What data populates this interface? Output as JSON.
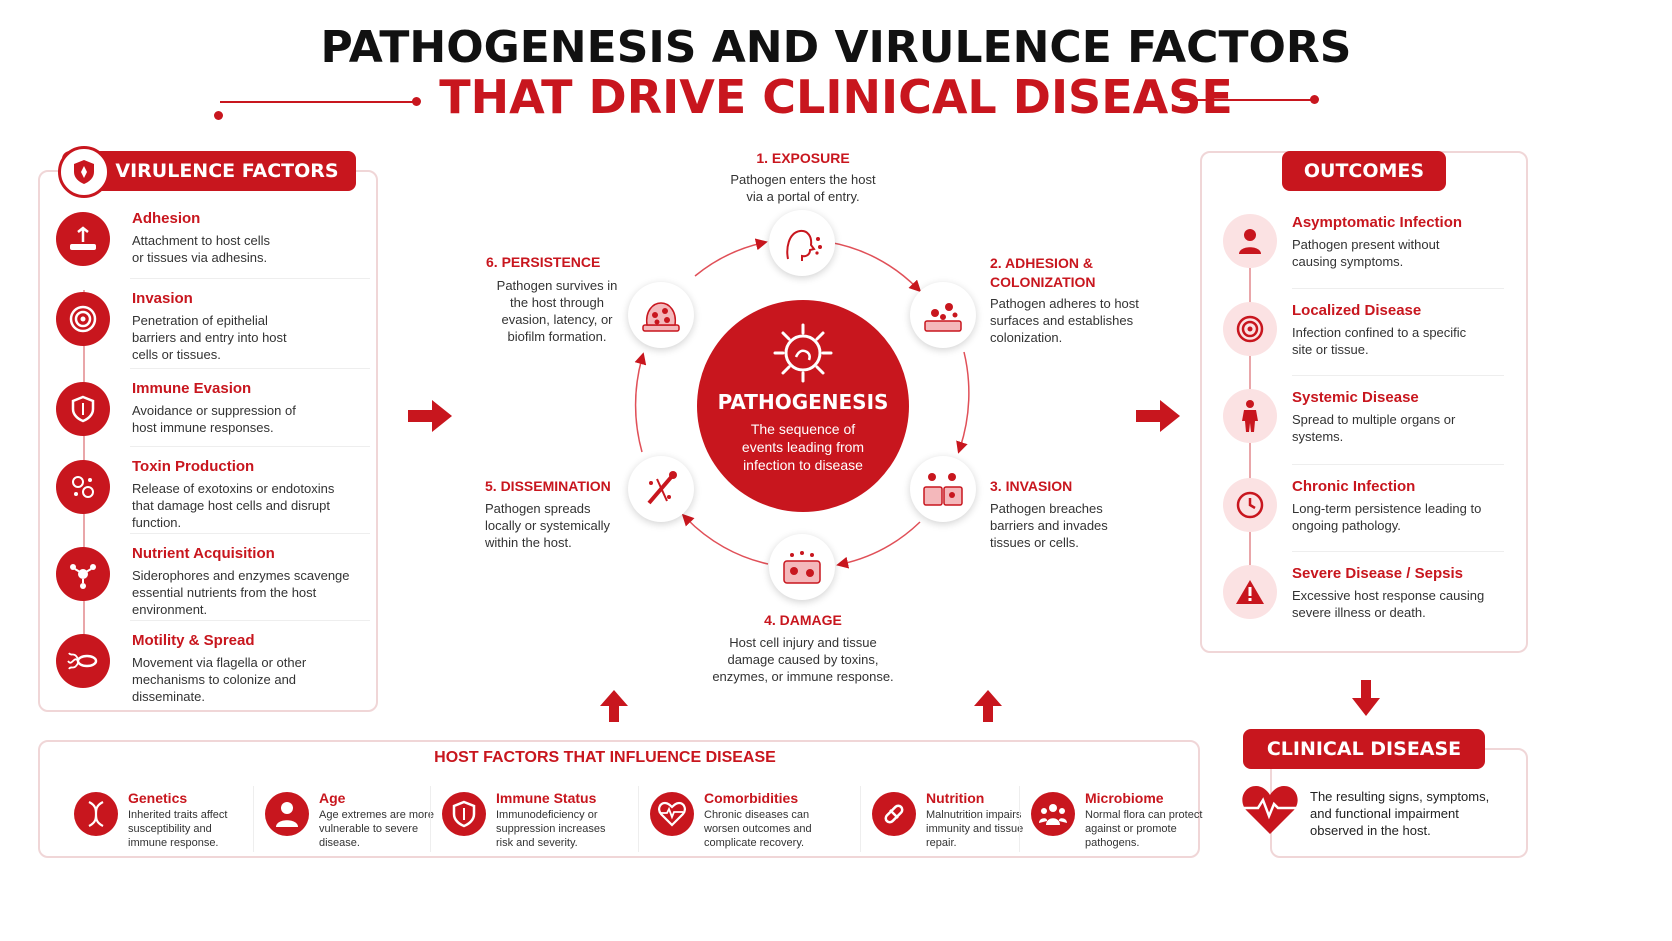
{
  "title": {
    "line1": "PATHOGENESIS AND VIRULENCE FACTORS",
    "line2": "THAT DRIVE CLINICAL DISEASE"
  },
  "colors": {
    "accent": "#c8161e",
    "accent_light": "#fbe2e3",
    "border": "#f0d6d7"
  },
  "virulence": {
    "heading": "VIRULENCE FACTORS",
    "icon": "shield-icon",
    "items": [
      {
        "title": "Adhesion",
        "desc": "Attachment to host cells or tissues via adhesins.",
        "icon": "adhesion-icon"
      },
      {
        "title": "Invasion",
        "desc": "Penetration of epithelial barriers and entry into host cells or tissues.",
        "icon": "target-icon"
      },
      {
        "title": "Immune Evasion",
        "desc": "Avoidance or suppression of host immune responses.",
        "icon": "shield-icon"
      },
      {
        "title": "Toxin Production",
        "desc": "Release of exotoxins or endotoxins that damage host cells and disrupt function.",
        "icon": "toxin-icon"
      },
      {
        "title": "Nutrient Acquisition",
        "desc": "Siderophores and enzymes scavenge essential nutrients from the host environment.",
        "icon": "nutrient-icon"
      },
      {
        "title": "Motility & Spread",
        "desc": "Movement via flagella or other mechanisms to colonize and disseminate.",
        "icon": "flagella-icon"
      }
    ]
  },
  "cycle": {
    "center_title": "PATHOGENESIS",
    "center_desc": "The sequence of events leading from infection to disease",
    "steps": [
      {
        "title": "1. EXPOSURE",
        "desc": "Pathogen enters the host via a portal of entry.",
        "icon": "head-exposure-icon"
      },
      {
        "title": "2. ADHESION & COLONIZATION",
        "desc": "Pathogen adheres to host surfaces and establishes colonization.",
        "icon": "adhesion-colonization-icon"
      },
      {
        "title": "3. INVASION",
        "desc": "Pathogen breaches barriers and invades tissues or cells.",
        "icon": "tissue-invasion-icon"
      },
      {
        "title": "4. DAMAGE",
        "desc": "Host cell injury and tissue damage caused by toxins, enzymes, or immune response.",
        "icon": "cell-damage-icon"
      },
      {
        "title": "5. DISSEMINATION",
        "desc": "Pathogen spreads locally or systemically within the host.",
        "icon": "blood-vessel-icon"
      },
      {
        "title": "6. PERSISTENCE",
        "desc": "Pathogen survives in the host through evasion, latency, or biofilm formation.",
        "icon": "biofilm-icon"
      }
    ]
  },
  "outcomes": {
    "heading": "OUTCOMES",
    "items": [
      {
        "title": "Asymptomatic Infection",
        "desc": "Pathogen present without causing symptoms.",
        "icon": "person-icon"
      },
      {
        "title": "Localized Disease",
        "desc": "Infection confined to a specific site or tissue.",
        "icon": "target-icon"
      },
      {
        "title": "Systemic Disease",
        "desc": "Spread to multiple organs or systems.",
        "icon": "body-icon"
      },
      {
        "title": "Chronic Infection",
        "desc": "Long-term persistence leading to ongoing pathology.",
        "icon": "clock-icon"
      },
      {
        "title": "Severe Disease / Sepsis",
        "desc": "Excessive host response causing severe illness or death.",
        "icon": "warning-icon"
      }
    ]
  },
  "clinical": {
    "heading": "CLINICAL DISEASE",
    "desc": "The resulting signs, symptoms, and functional impairment observed in the host.",
    "icon": "heart-pulse-icon"
  },
  "host": {
    "heading": "HOST FACTORS THAT INFLUENCE DISEASE",
    "items": [
      {
        "title": "Genetics",
        "desc": "Inherited traits affect susceptibility and immune response.",
        "icon": "dna-icon"
      },
      {
        "title": "Age",
        "desc": "Age extremes are more vulnerable to severe disease.",
        "icon": "person-icon"
      },
      {
        "title": "Immune Status",
        "desc": "Immunodeficiency or suppression increases risk and severity.",
        "icon": "shield-icon"
      },
      {
        "title": "Comorbidities",
        "desc": "Chronic diseases can worsen outcomes and complicate recovery.",
        "icon": "heart-pulse-icon"
      },
      {
        "title": "Nutrition",
        "desc": "Malnutrition impairs immunity and tissue repair.",
        "icon": "pill-icon"
      },
      {
        "title": "Microbiome",
        "desc": "Normal flora can protect against or promote pathogens.",
        "icon": "group-icon"
      }
    ]
  }
}
